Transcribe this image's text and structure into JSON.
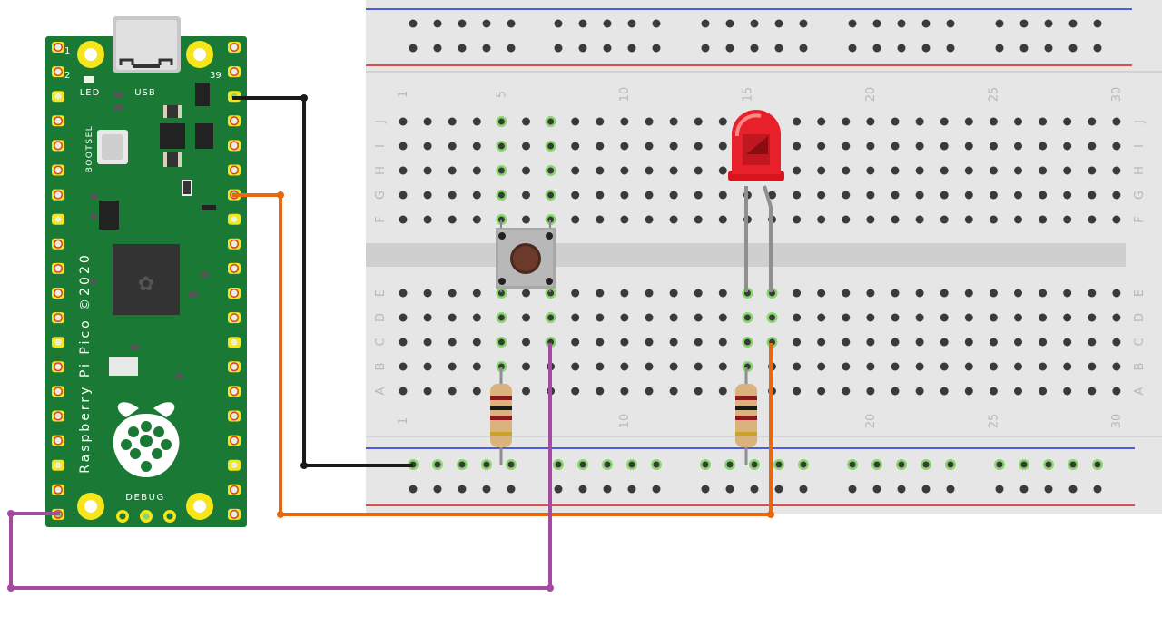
{
  "board": {
    "brand_vertical": "Raspberry Pi Pico ©2020",
    "led_label": "LED",
    "usb_label": "USB",
    "bootsel_label": "BOOTSEL",
    "debug_label": "DEBUG",
    "pin_1": "1",
    "pin_2": "2",
    "pin_39": "39"
  },
  "breadboard": {
    "columns_top": [
      "1",
      "5",
      "10",
      "15",
      "20",
      "25",
      "30"
    ],
    "columns_bottom": [
      "1",
      "10",
      "20",
      "25",
      "30"
    ],
    "rows_top": [
      "J",
      "I",
      "H",
      "G",
      "F"
    ],
    "rows_bottom": [
      "E",
      "D",
      "C",
      "B",
      "A"
    ]
  },
  "components": {
    "led": {
      "name": "led",
      "color": "#e8202a"
    },
    "button": {
      "name": "push-button",
      "color": "#6b3a2a"
    },
    "resistor_1": {
      "name": "resistor-button"
    },
    "resistor_2": {
      "name": "resistor-led"
    }
  },
  "wires": [
    {
      "name": "ground-wire",
      "color": "#1a1a1a"
    },
    {
      "name": "led-signal-wire",
      "color": "#e8680f"
    },
    {
      "name": "button-signal-wire",
      "color": "#a44aa0"
    }
  ],
  "colors": {
    "pcb": "#1a7a35",
    "rail_blue": "#1a2ed8",
    "rail_red": "#d81a1a",
    "active_hole": "#86d66b"
  }
}
